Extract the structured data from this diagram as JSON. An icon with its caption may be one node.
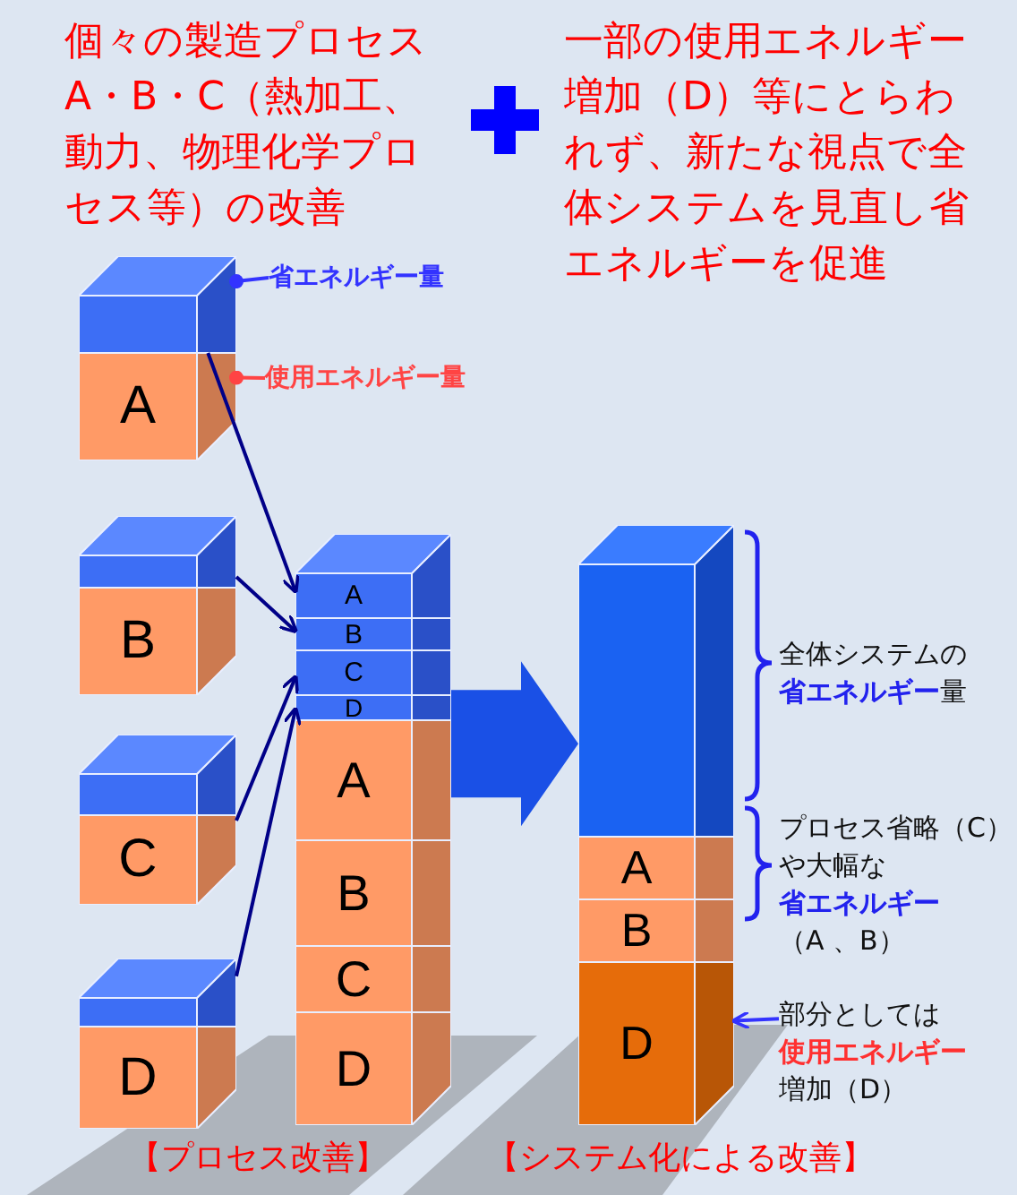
{
  "diagram": {
    "nodes": [
      {
        "text": [],
        "shape": "box"
      },
      {
        "text": [
          "A"
        ]
      },
      {
        "text": [
          "省エネルギー量"
        ]
      },
      {
        "text": [
          "使用エネルギー量"
        ]
      },
      {
        "text": [],
        "shape": "box"
      },
      {
        "text": [
          "B"
        ]
      },
      {
        "text": [],
        "shape": "box"
      },
      {
        "text": [
          "C"
        ]
      },
      {
        "text": [],
        "shape": "box"
      },
      {
        "text": [
          "D"
        ]
      },
      {
        "text": [
          "A"
        ]
      },
      {
        "text": [
          "B"
        ]
      },
      {
        "text": [
          "C"
        ]
      },
      {
        "text": [
          "D"
        ]
      },
      {
        "text": [
          "A"
        ]
      },
      {
        "text": [
          "B"
        ]
      },
      {
        "text": [
          "C"
        ]
      },
      {
        "text": [
          "D"
        ]
      },
      {
        "text": [],
        "shape": "box"
      },
      {
        "text": [
          "A"
        ]
      },
      {
        "text": [
          "B"
        ]
      },
      {
        "text": [
          "D"
        ]
      },
      {
        "text": [
          "全体システムの**省エネルギー**量"
        ]
      },
      {
        "text": [
          "プロセス省略（C）や大幅な**省エネルギー**（A 、B）"
        ]
      },
      {
        "text": [
          "部分としては**使用エネルギー**増加（D）"
        ]
      }
    ],
    "edges": [
      {
        "from": 2,
        "to": 0,
        "arrow": "other",
        "color": "#3333ff"
      },
      {
        "from": 3,
        "to": 1,
        "arrow": "other",
        "color": "#ff4444"
      },
      {
        "from": 0,
        "to": 10,
        "arrow": "to"
      },
      {
        "from": 4,
        "to": 11,
        "arrow": "to"
      },
      {
        "from": 7,
        "to": 12,
        "arrow": "to"
      },
      {
        "from": 8,
        "to": 13,
        "arrow": "to"
      },
      {
        "from": 14,
        "to": 18,
        "arrow": "to",
        "style": "thick",
        "color": "#1a50e6"
      },
      {
        "from": 24,
        "to": 21,
        "arrow": "to",
        "color": "#3333ff"
      }
    ],
    "labels": [
      "個々の製造プロセスA・B・C（熱加工、動力、物理化学プロセス等）の改善",
      "一部の使用エネルギー増加（D）等にとらわれず、新たな視点で全体システムを見直し省エネルギーを促進",
      "【プロセス改善】",
      "【システム化による改善】"
    ]
  }
}
